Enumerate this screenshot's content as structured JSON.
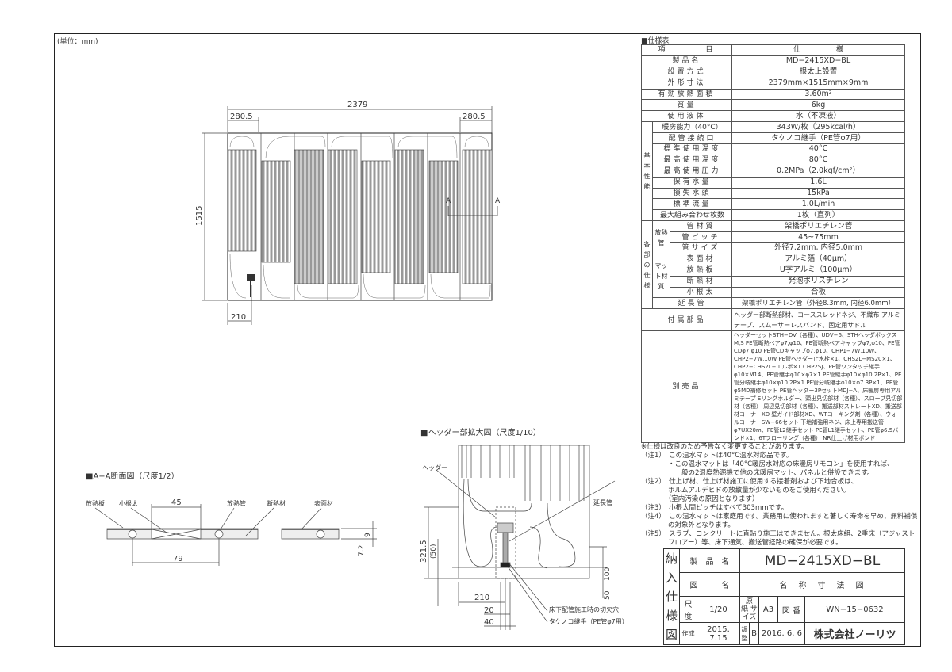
{
  "unit_label": "(単位：mm)",
  "main_dims": {
    "width": "2379",
    "height": "1515",
    "left_offset": "280.5",
    "right_offset": "280.5",
    "header_offset": "210",
    "section_mark": "A"
  },
  "spec": {
    "title": "■仕様表",
    "header": [
      "項　　　　目",
      "仕　　　　　様"
    ],
    "rows_basic": [
      [
        "製品名",
        "MD−2415XD−BL"
      ],
      [
        "設置方式",
        "根太上設置"
      ],
      [
        "外形寸法",
        "2379mm×1515mm×9mm"
      ],
      [
        "有効放熱面積",
        "3.60m²"
      ],
      [
        "質量",
        "6kg"
      ],
      [
        "使用液体",
        "水（不凍液）"
      ]
    ],
    "group_performance": "基本性能",
    "rows_performance": [
      [
        "暖房能力（40°C）",
        "343W/枚（295kcal/h）"
      ],
      [
        "配管接続口",
        "タケノコ継手（PE管φ7用）"
      ],
      [
        "標準使用温度",
        "40°C"
      ],
      [
        "最高使用温度",
        "80°C"
      ],
      [
        "最高使用圧力",
        "0.2MPa（2.0kgf/cm²）"
      ],
      [
        "保有水量",
        "1.6L"
      ],
      [
        "損失水頭",
        "15kPa"
      ],
      [
        "標準流量",
        "1.0L/min"
      ],
      [
        "最大組み合わせ枚数",
        "1枚（直列）"
      ]
    ],
    "group_parts": "各部の仕様",
    "sub_pipe": "放熱管",
    "rows_pipe": [
      [
        "管材質",
        "架橋ポリエチレン管"
      ],
      [
        "管ピッチ",
        "45~75mm"
      ],
      [
        "管サイズ",
        "外径7.2mm, 内径5.0mm"
      ]
    ],
    "sub_mat": "マット材質",
    "rows_mat": [
      [
        "表面材",
        "アルミ箔（40μm）"
      ],
      [
        "放熱板",
        "U字アルミ（100μm）"
      ],
      [
        "断熱材",
        "発泡ポリスチレン"
      ],
      [
        "小根太",
        "合板"
      ]
    ],
    "row_ext": [
      "延長管",
      "架橋ポリエチレン管（外径8.3mm, 内径6.0mm）"
    ],
    "accessories_label": "付属部品",
    "accessories": "ヘッダー部断熱部材、コーススレッドネジ、不織布 アルミテープ、スムーサーレスバンド、固定用サドル",
    "options_label": "別売品",
    "options": "ヘッダーセットSTH−DV（各種）、UDV−6、STHヘッダボックスM,S PE管断熱ペアφ7,φ10、PE管断熱ペアキャップφ7,φ10、PE管CDφ7,φ10 PE管CDキャップφ7,φ10、CHP1−7W,10W、CHP2−7W,10W PE管ヘッダー止水栓×1、CHS2L−MS20×1、CHP2−CHS2L−エルボ×1 CHP2SJ、PE管ワンタッチ継手φ10×M14、PE管継手φ10×φ7×1 PE管継手φ10×φ10 2P×1、PE管分岐継手φ10×φ10 2P×1 PE管分岐継手φ10×φ7 3P×1、PE管φ5MD補修セット PE管ヘッダー3PセットMDJ−A、床暖房専用アルミテープ Eリングホルダー、頭出見切部材（各種）、スロープ見切部材（各種） 周辺見切部材（各種）、搬送部材ストレートXD、搬送部材コーナーXD 壁ガイド部材XD、WTコーキング剤（各種）、ウォールコーナーSW−66セット 下地補強用ネジ、床上専用搬送管φ7UX20m、PE管L2継手セット PE管L1継手セット、PE管φ6.5バンド×1、6Tフローリング（各種） NR仕上げ材用ボンド",
    "change_note": "※仕様は改良のため予告なく変更することがあります。"
  },
  "notes": [
    "（注1）　この温水マットは40°C温水対応品です。",
    "　　　　・この温水マットは「40°C暖房水対応の床暖房リモコン」を使用すれば、",
    "　　　　　一般の2温度熱源機で他の床暖房マット、パネルと併設できます。",
    "（注2）　仕上げ材、仕上げ材施工に使用する接着剤および下地合板は、",
    "　　　　ホルムアルデヒドの放散量が少ないものをご使用ください。",
    "　　　　（室内汚染の原因となります）",
    "（注3）　小根太間ピッチはすべて303mmです。",
    "（注4）　この温水マットは家庭用です。業務用に使われますと著しく寿命を早め、無料補償",
    "　　　　の対象外となります。",
    "（注5）　スラブ、コンクリートに直貼り施工はできません。根太床組、2重床（アジャスト",
    "　　　　フロアー）等、床下通気、搬送管経路の確保が必要です。"
  ],
  "section": {
    "title": "■A−A断面図（尺度1/2）",
    "labels": [
      "放熱板",
      "小根太",
      "放熱管",
      "断熱材",
      "表面材"
    ],
    "dims": [
      "45",
      "79",
      "9",
      "7.2"
    ]
  },
  "header_detail": {
    "title": "■ヘッダー部拡大図（尺度1/10）",
    "labels": [
      "ヘッダー",
      "延長管",
      "床下配管施工時の切欠穴",
      "タケノコ継手（PE管φ7用）"
    ],
    "dims": [
      "321.5",
      "(50)",
      "100",
      "50",
      "210",
      "20",
      "40"
    ]
  },
  "title_block": {
    "side": [
      "納",
      "入",
      "仕",
      "様",
      "図"
    ],
    "product_label": "製　品　名",
    "product": "MD−2415XD−BL",
    "drawing_label": "図　　　名",
    "drawing": "名　称　寸　法　図",
    "scale_label": "尺 度",
    "scale": "1/20",
    "paper_label": "原　紙 サイズ",
    "paper": "A3",
    "number_label": "図 番",
    "number": "WN−15−0632",
    "created_label": "作成",
    "created": "2015. 7.15",
    "revised_label": "調整",
    "revision": "B",
    "revised": "2016. 6. 6",
    "company": "株式会社ノーリツ"
  }
}
